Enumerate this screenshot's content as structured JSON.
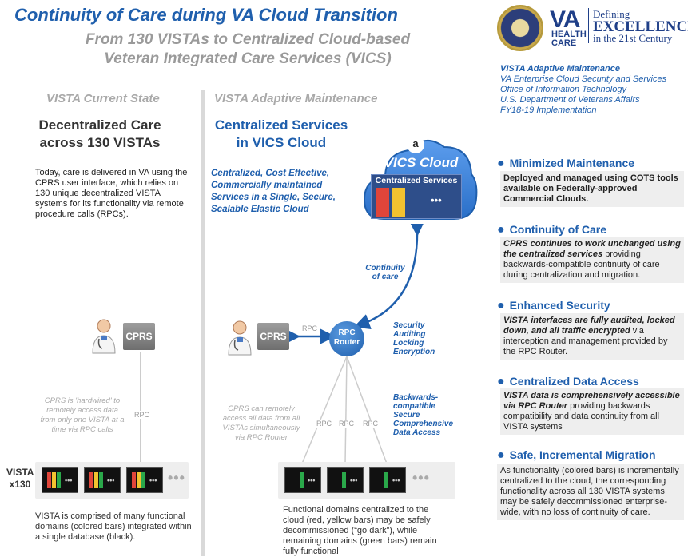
{
  "header": {
    "title": "Continuity of Care during VA Cloud Transition",
    "subtitle": "From 130 VISTAs to Centralized Cloud-based Veteran Integrated Care Services (VICS)"
  },
  "logo": {
    "va": "VA",
    "health_care": "HEALTH CARE",
    "defining": "Defining",
    "excellence": "EXCELLENCE",
    "century": "in the 21st Century"
  },
  "org": {
    "line1": "VISTA Adaptive Maintenance",
    "line2": "VA Enterprise Cloud Security and Services",
    "line3": "Office of Information Technology",
    "line4": "U.S. Department of Veterans Affairs",
    "line5": "FY18-19 Implementation"
  },
  "left": {
    "column_title": "VISTA Current State",
    "heading": "Decentralized Care across 130 VISTAs",
    "description": "Today, care is delivered in VA using the CPRS user interface, which relies on 130 unique decentralized VISTA systems for its functionality via remote procedure calls (RPCs).",
    "cprs": "CPRS",
    "rpc": "RPC",
    "hardwired_note": "CPRS is 'hardwired' to remotely access data from only one VISTA at a time via RPC calls",
    "vista_label": "VISTA x130",
    "bottom_text": "VISTA is comprised of many functional domains (colored bars) integrated within a single database (black)."
  },
  "middle": {
    "column_title": "VISTA Adaptive Maintenance",
    "heading": "Centralized Services in VICS Cloud",
    "description": "Centralized,  Cost Effective, Commercially maintained Services in a Single, Secure, Scalable Elastic Cloud",
    "cloud_title": "VICS Cloud",
    "cloud_services": "Centralized Services",
    "amazon_glyph": "a",
    "continuity_label": "Continuity of care",
    "cprs": "CPRS",
    "rpc": "RPC",
    "router": "RPC Router",
    "security_label": "Security Auditing Locking Encryption",
    "compat_label": "Backwards-compatible Secure Comprehensive Data Access",
    "remote_note": "CPRS can remotely access all data from all VISTAs simultaneously via RPC Router",
    "rpc_labels": [
      "RPC",
      "RPC",
      "RPC"
    ],
    "bottom_text": "Functional domains centralized to the cloud (red, yellow bars) may be safely decommissioned  (“go dark”), while remaining domains (green bars) remain fully functional"
  },
  "features": [
    {
      "title": "Minimized Maintenance",
      "text": "Deployed and managed using COTS tools available on Federally-approved Commercial Clouds."
    },
    {
      "title": "Continuity of Care",
      "emph": "CPRS continues to work unchanged using the centralized services",
      "text": "providing backwards-compatible continuity of care during centralization and migration."
    },
    {
      "title": "Enhanced Security",
      "emph": "VISTA interfaces are fully audited, locked down, and all traffic encrypted",
      "text": "via interception and management provided by the RPC Router."
    },
    {
      "title": "Centralized Data Access",
      "emph": "VISTA data is comprehensively accessible via RPC Router",
      "text": "providing backwards compatibility and data continuity from all VISTA systems"
    },
    {
      "title": "Safe, Incremental Migration",
      "text": "As functionality (colored bars) is incrementally centralized to the cloud, the corresponding functionality across  all 130 VISTA systems may be safely decommissioned enterprise-wide, with no loss of continuity of care."
    }
  ],
  "colors": {
    "blue": "#1f5fad",
    "red": "#e0453a",
    "yellow": "#f2c230",
    "green": "#2aa84a",
    "grey": "#a9a9a9"
  },
  "ellipsis_small": "•••",
  "ellipsis_large": "•••"
}
